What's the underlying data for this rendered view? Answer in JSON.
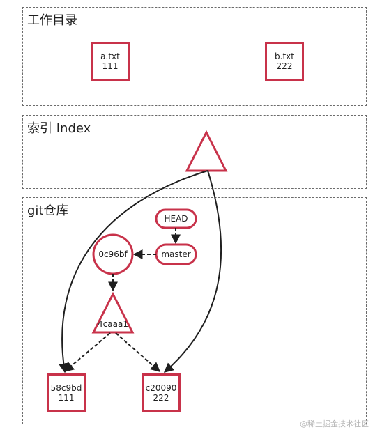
{
  "sections": {
    "workdir": {
      "title": "工作目录"
    },
    "index": {
      "title": "索引 Index"
    },
    "repo": {
      "title": "git仓库"
    }
  },
  "workdir_files": [
    {
      "name": "a.txt",
      "content": "111"
    },
    {
      "name": "b.txt",
      "content": "222"
    }
  ],
  "repo_nodes": {
    "head": "HEAD",
    "branch": "master",
    "commit": "0c96bf",
    "tree": "4caaa1",
    "blob_a": {
      "hash": "58c9bd",
      "content": "111"
    },
    "blob_b": {
      "hash": "c20090",
      "content": "222"
    }
  },
  "colors": {
    "accent": "#c8324a",
    "arrow": "#1f1f1f",
    "border": "#6b6b6b"
  },
  "watermark": "@稀土掘金技术社区"
}
